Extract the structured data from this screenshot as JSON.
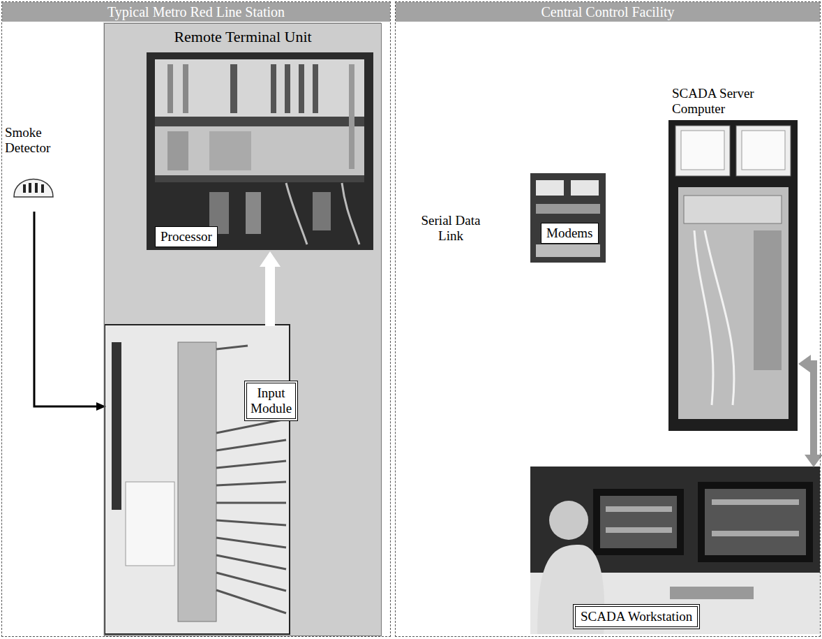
{
  "diagram": {
    "nodes": [
      {
        "text": [
          "Typical Metro Red Line Station"
        ]
      },
      {
        "text": [
          "Remote Terminal Unit"
        ],
        "in": 0
      },
      {
        "text": [
          "Processor"
        ],
        "in": 1
      },
      {
        "text": [
          "Input Module"
        ],
        "in": 1
      },
      {
        "text": [
          "Smoke Detector"
        ],
        "in": 0
      },
      {
        "text": [
          "Central Control Facility"
        ]
      },
      {
        "text": [
          "Modems"
        ],
        "in": 5
      },
      {
        "text": [
          "SCADA Server Computer"
        ],
        "in": 5
      },
      {
        "text": [
          "SCADA Workstation"
        ],
        "in": 5
      }
    ],
    "edges": [
      {
        "from": 4,
        "to": 3,
        "arrow": "to"
      },
      {
        "from": 3,
        "to": 2,
        "arrow": "to"
      },
      {
        "from": 7,
        "to": 8,
        "arrow": "both"
      }
    ],
    "labels": [
      "Serial Data Link"
    ]
  }
}
